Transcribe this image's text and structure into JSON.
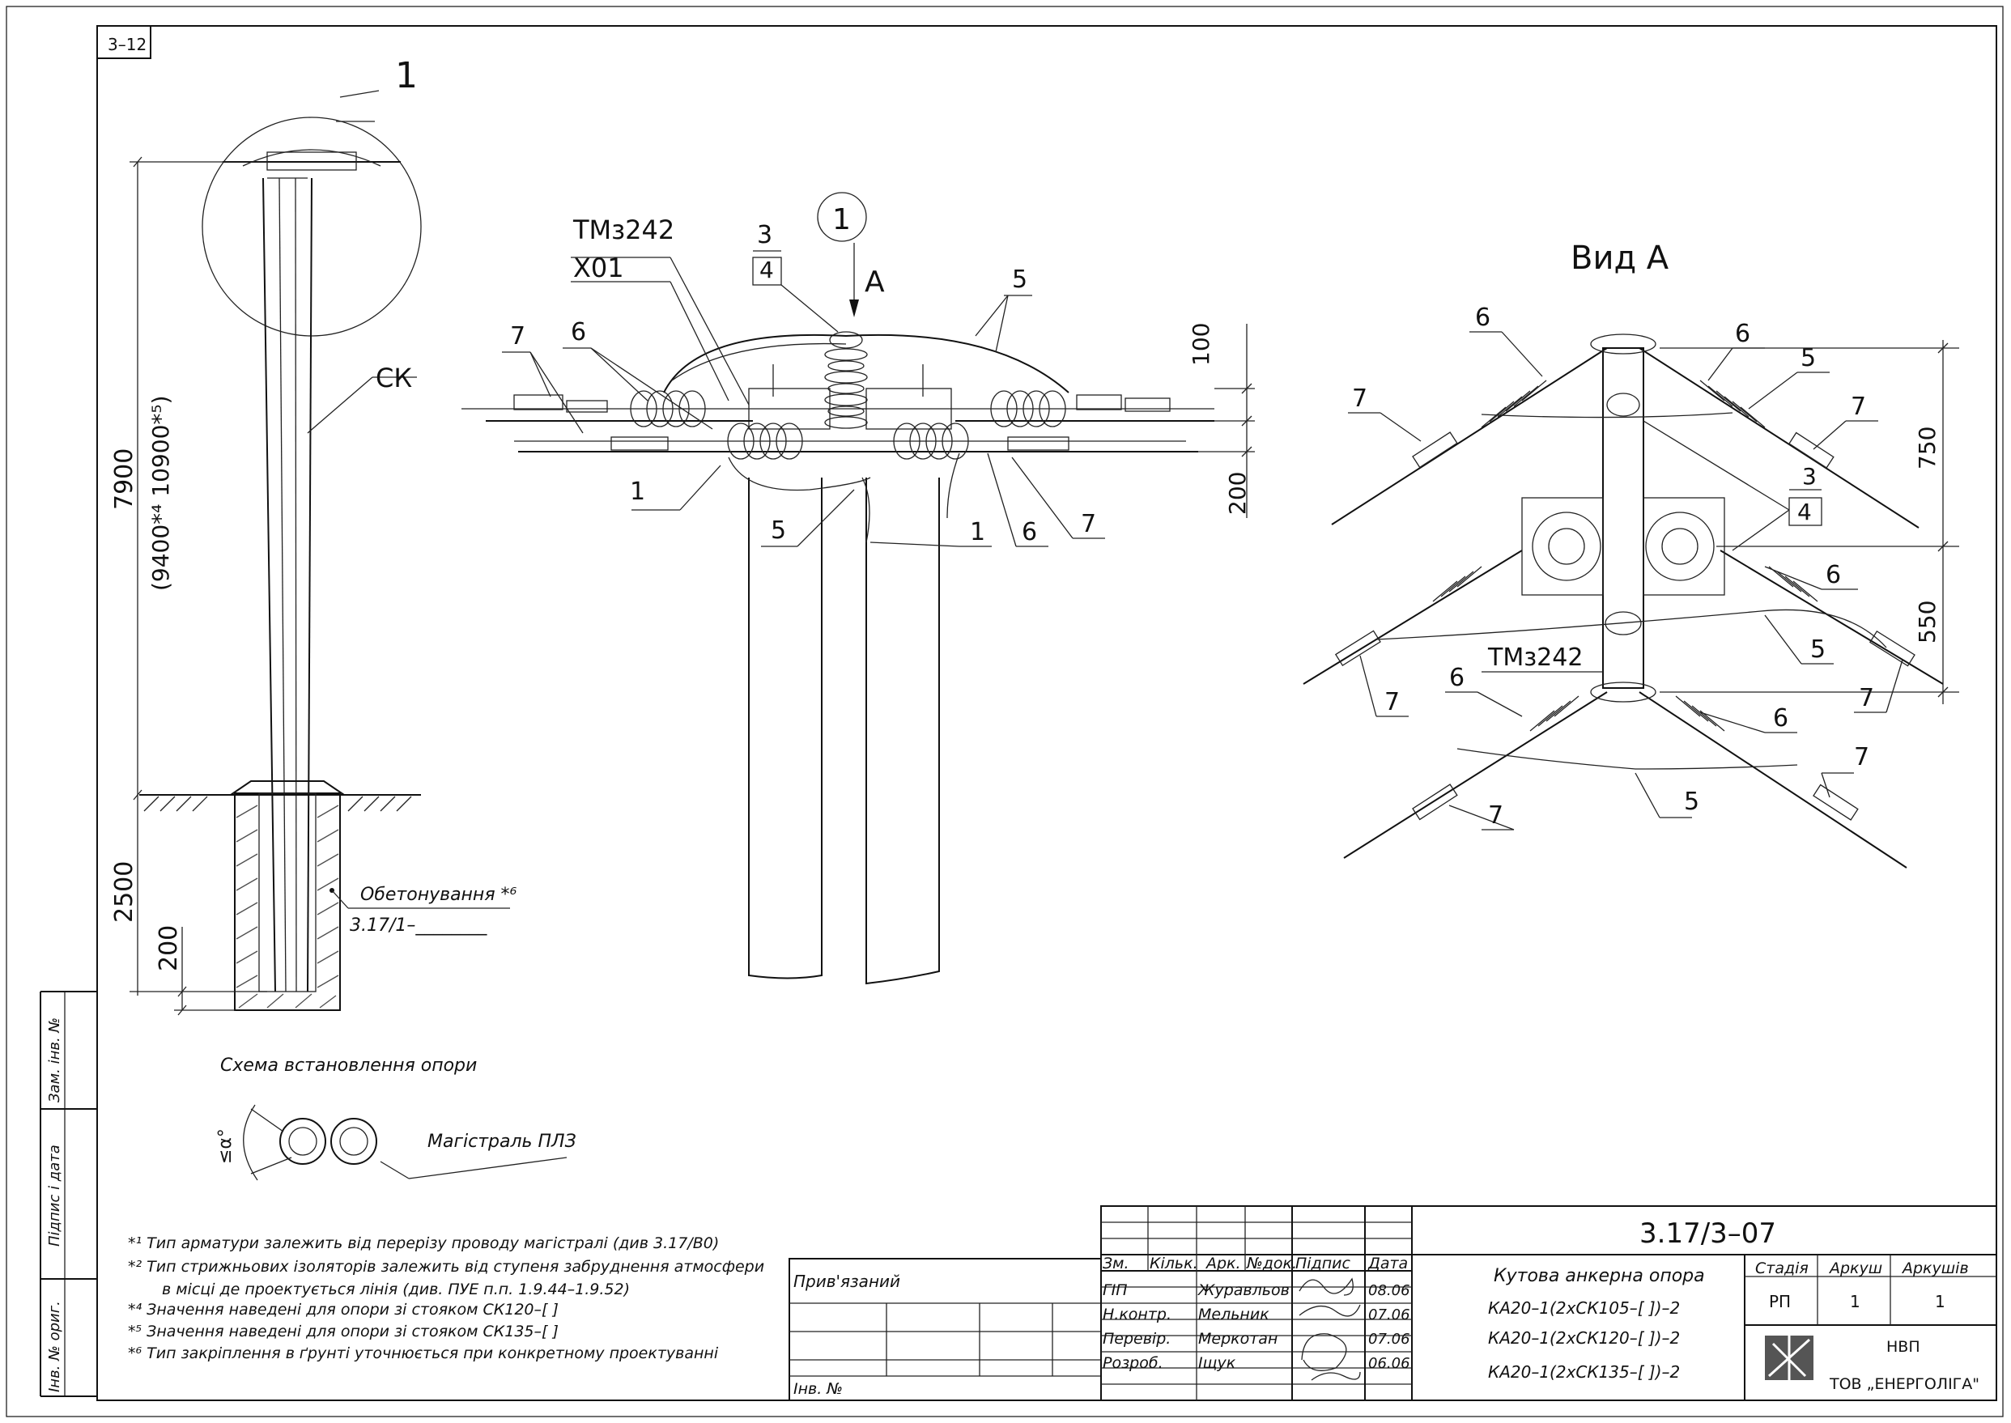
{
  "sheet": {
    "code": "3–12"
  },
  "left": {
    "callout": "1",
    "label_sk": "СК",
    "dim_height": "7900",
    "dim_alt": "(9400*⁴ 10900*⁵)",
    "dim_embed": "2500",
    "dim_base": "200",
    "concrete_label": "Обетонування *⁶",
    "concrete_ref": "3.17/1–________"
  },
  "middle": {
    "view_callout": "1",
    "view_arrow": "A",
    "label_tm": "ТМз242",
    "label_x01": "Х01",
    "p3": "3",
    "p4": "4",
    "p5a": "5",
    "p6a": "6",
    "p7a": "7",
    "p1": "1",
    "p5b": "5",
    "p1b": "1",
    "p6b": "6",
    "p7b": "7",
    "dim_100": "100",
    "dim_200": "200"
  },
  "right": {
    "title": "Вид А",
    "p6a": "6",
    "p6b": "6",
    "p5a": "5",
    "p7a": "7",
    "p7b": "7",
    "p3": "3",
    "p4": "4",
    "p6c": "6",
    "p5b": "5",
    "p7c": "7",
    "p7d": "7",
    "tm": "ТМз242",
    "p6d": "6",
    "p6e": "6",
    "p7e": "7",
    "p7f": "7",
    "p5c": "5",
    "dim_750": "750",
    "dim_550": "550"
  },
  "scheme": {
    "title": "Схема встановлення опори",
    "angle": "≤α°",
    "line_label": "Магістраль ПЛЗ"
  },
  "notes": [
    "*¹ Тип арматури залежить від перерізу проводу магістралі (див 3.17/В0)",
    "*² Тип стрижньових ізоляторів залежить від ступеня забруднення атмосфери",
    "в місці де проектується лінія (див. ПУЕ п.п. 1.9.44–1.9.52)",
    "*⁴ Значення наведені для опори зі стояком СК120–[  ]",
    "*⁵ Значення наведені для опори зі стояком СК135–[  ]",
    "*⁶ Тип закріплення в ґрунті уточнюється при конкретному проектуванні"
  ],
  "side_stamp": {
    "zam": "Зам. інв. №",
    "pidpys": "Підпис і дата",
    "inv": "Інв. № ориг."
  },
  "bind_box": {
    "label": "Прив'язаний",
    "inv": "Інв. №"
  },
  "title_block": {
    "code": "3.17/3–07",
    "headers": [
      "Зм.",
      "Кільк.",
      "Арк.",
      "№док.",
      "Підпис",
      "Дата"
    ],
    "rows": [
      {
        "role": "ГІП",
        "name": "Журавльов",
        "date": "08.06"
      },
      {
        "role": "Н.контр.",
        "name": "Мельник",
        "date": "07.06"
      },
      {
        "role": "Перевір.",
        "name": "Меркотан",
        "date": "07.06"
      },
      {
        "role": "Розроб.",
        "name": "Іщук",
        "date": "06.06"
      }
    ],
    "description": "Кутова анкерна опора",
    "variants": [
      "КА20–1(2хСК105–[  ])–2",
      "КА20–1(2хСК120–[  ])–2",
      "КА20–1(2хСК135–[  ])–2"
    ],
    "stage_h": "Стадія",
    "sheet_h": "Аркуш",
    "sheets_h": "Аркушів",
    "stage": "РП",
    "sheet": "1",
    "sheets": "1",
    "org1": "НВП",
    "org2": "ТОВ „ЕНЕРГОЛІГА\""
  }
}
